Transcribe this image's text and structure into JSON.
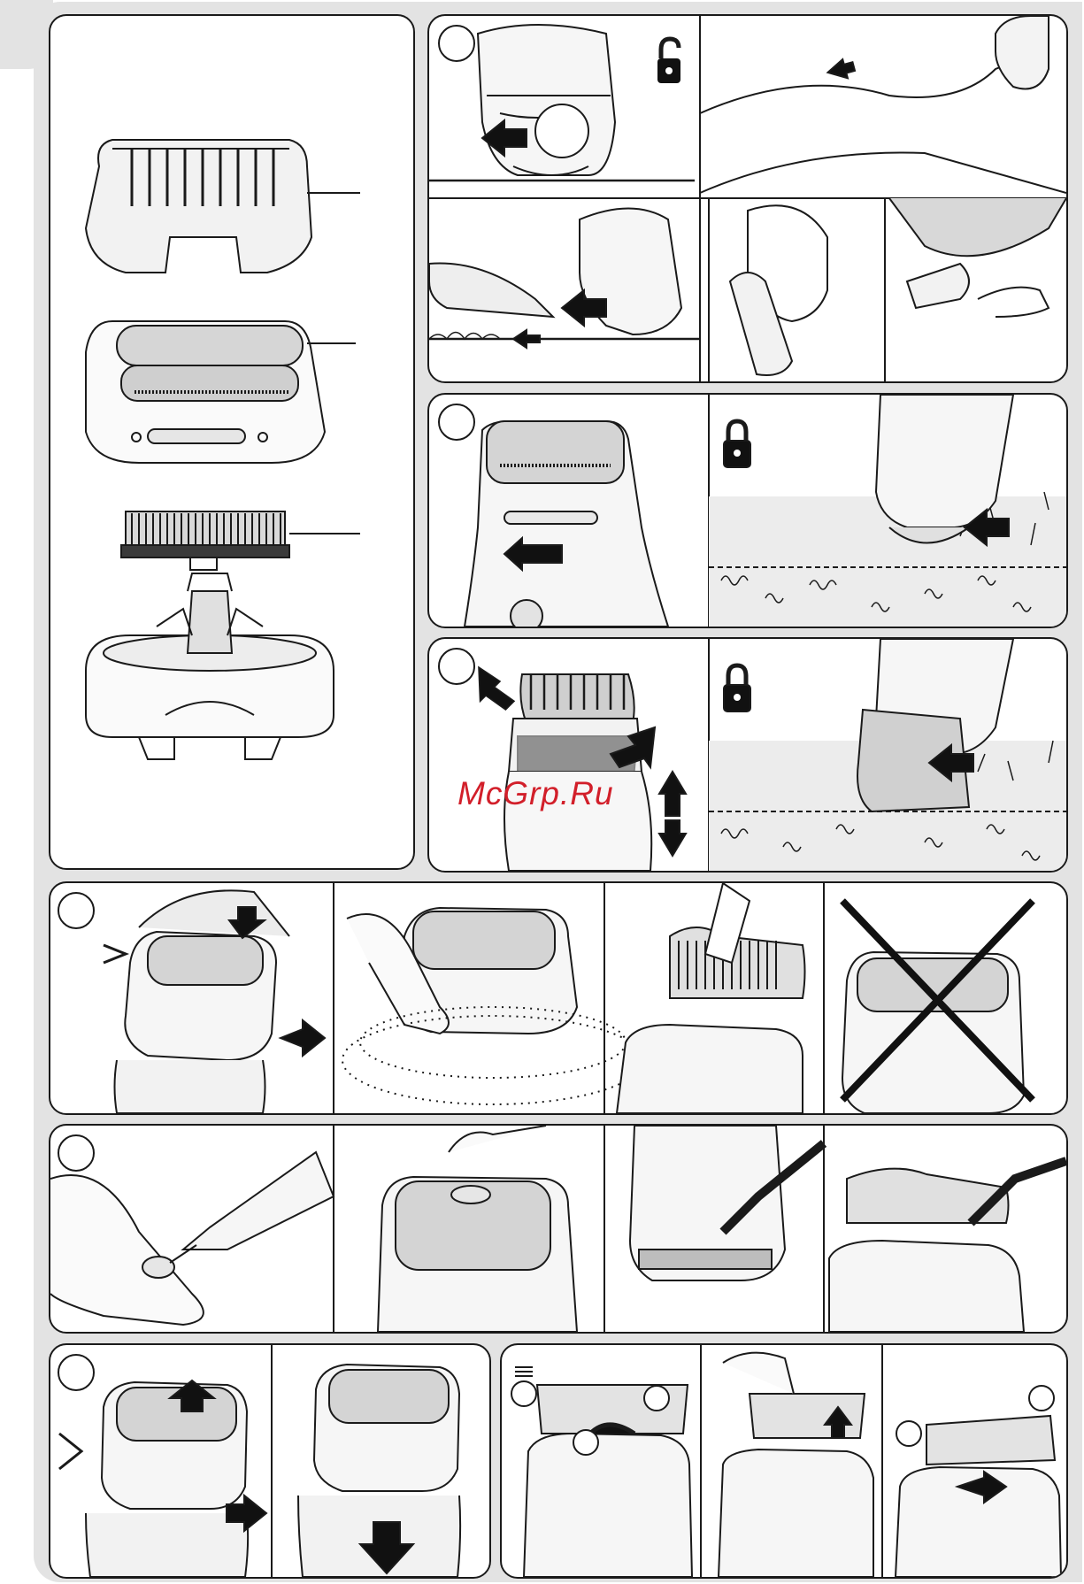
{
  "watermark": {
    "text": "McGrp.Ru",
    "color": "#d21f2a"
  },
  "colors": {
    "frame": "#e3e3e3",
    "line": "#1a1a1a",
    "panel": "#ffffff",
    "shade": "#bdbdbd",
    "arrow": "#111111"
  },
  "icons": {
    "unlocked": "unlocked-padlock-icon",
    "locked": "locked-padlock-icon",
    "arrow": "solid-arrow-icon",
    "cross": "x-cross-icon"
  },
  "panels": [
    {
      "id": "parts-overview",
      "steps": [
        "trimmer-comb-cap",
        "shaver-head",
        "trimmer-blade",
        "epilator-base"
      ]
    },
    {
      "id": "step-1",
      "steps": [
        "unlock-and-lift",
        "shave-legs",
        "trim-short",
        "shave-underarm",
        "shave-bikini"
      ]
    },
    {
      "id": "step-2",
      "steps": [
        "slide-lock",
        "shave-locked"
      ]
    },
    {
      "id": "step-3",
      "steps": [
        "attach-comb",
        "trim-with-comb"
      ]
    },
    {
      "id": "step-4",
      "steps": [
        "remove-head",
        "tap-out-hair",
        "brush-cutter",
        "do-not-brush-foil"
      ]
    },
    {
      "id": "step-5",
      "steps": [
        "oil-on-finger",
        "oil-foil",
        "oil-cutter",
        "oil-mechanism"
      ]
    },
    {
      "id": "step-6",
      "steps": [
        "lift-head",
        "press-on-head"
      ]
    },
    {
      "id": "step-7",
      "steps": [
        "rotate-cutter",
        "pull-cutter",
        "insert-cutter"
      ]
    }
  ]
}
